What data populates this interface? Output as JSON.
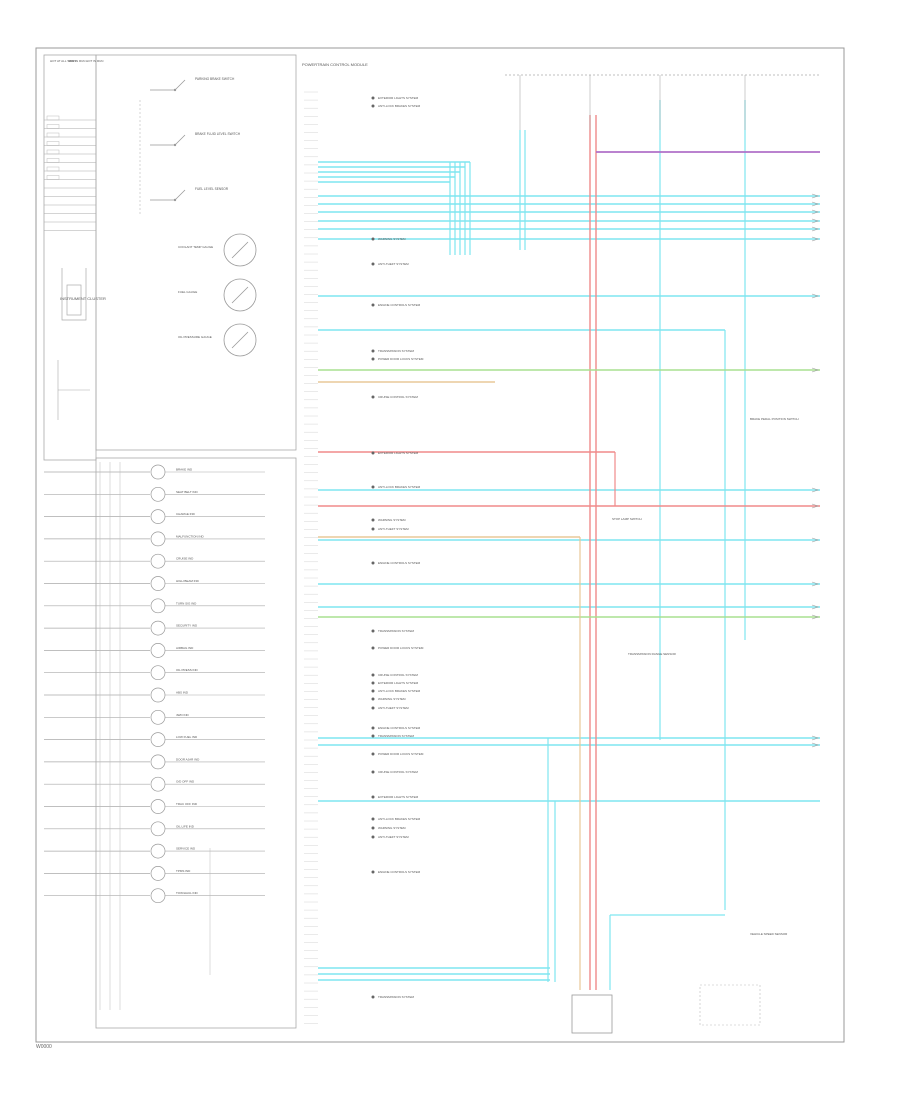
{
  "diagram": {
    "page_code": "W0000",
    "fuse_labels": [
      "HOT AT ALL TIMES",
      "HOT IN RUN",
      "HOT IN RUN"
    ],
    "module_label": "INSTRUMENT CLUSTER",
    "controller_label": "POWERTRAIN CONTROL MODULE",
    "switches": [
      {
        "label": "PARKING BRAKE SWITCH"
      },
      {
        "label": "BRAKE FLUID LEVEL SWITCH"
      },
      {
        "label": "FUEL LEVEL SENSOR"
      }
    ],
    "gauges": [
      {
        "label": "COOLANT TEMP GAUGE"
      },
      {
        "label": "FUEL GAUGE"
      },
      {
        "label": "OIL PRESSURE GAUGE"
      }
    ],
    "indicators": [
      "BRAKE IND",
      "SEAT BELT IND",
      "CHARGE IND",
      "MALFUNCTION IND",
      "CRUISE IND",
      "HIGH BEAM IND",
      "TURN SIG IND",
      "SECURITY IND",
      "AIRBAG IND",
      "OIL PRESS IND",
      "ABS IND",
      "4WD IND",
      "LOW FUEL IND",
      "DOOR AJAR IND",
      "O/D OFF IND",
      "TRAC OFF IND",
      "OIL LIFE IND",
      "SERVICE IND",
      "TPMS IND",
      "TOW/HAUL IND"
    ],
    "circuit_labels": [
      "EXTERIOR LIGHTS SYSTEM",
      "ANTI-LOCK BRAKES SYSTEM",
      "WARNING SYSTEM",
      "ANTI-THEFT SYSTEM",
      "ENGINE CONTROLS SYSTEM",
      "TRANSMISSION SYSTEM",
      "POWER DOOR LOCKS SYSTEM",
      "CRUISE CONTROL SYSTEM"
    ],
    "right_labels": [
      {
        "label": "BRAKE PEDAL POSITION SWITCH"
      },
      {
        "label": "STOP LAMP SWITCH"
      },
      {
        "label": "TRANSMISSION RANGE SENSOR"
      },
      {
        "label": "VEHICLE SPEED SENSOR"
      }
    ],
    "colors": {
      "cyan": "#7fe6f0",
      "red": "#f08a8a",
      "purple": "#b070c8",
      "green": "#a8e090",
      "tan": "#e8c898",
      "line": "#999999"
    }
  }
}
